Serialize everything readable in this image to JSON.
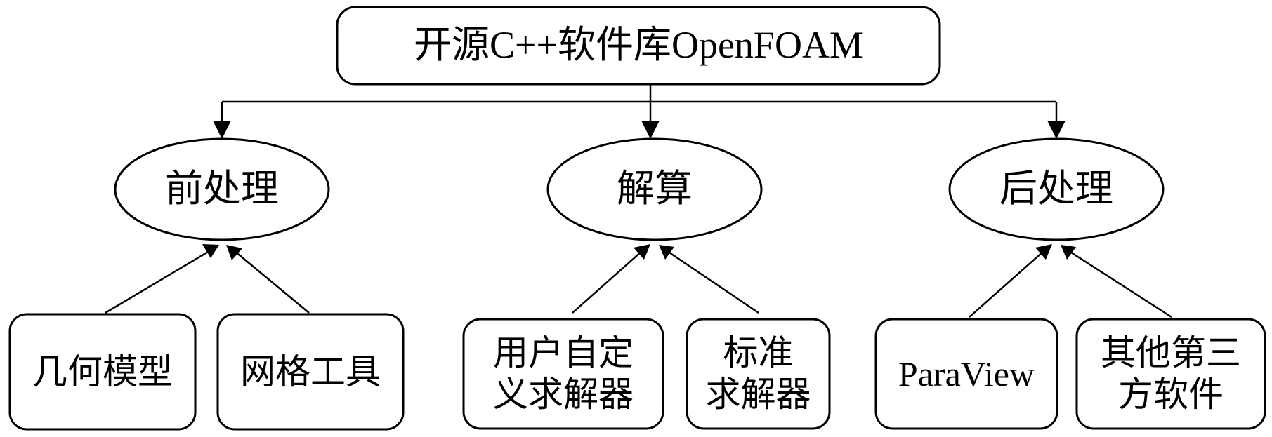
{
  "root": {
    "label": "开源C++软件库OpenFOAM"
  },
  "stages": [
    {
      "label": "前处理"
    },
    {
      "label": "解算"
    },
    {
      "label": "后处理"
    }
  ],
  "leaves": [
    {
      "lines": [
        "几何模型"
      ],
      "parent": 0
    },
    {
      "lines": [
        "网格工具"
      ],
      "parent": 0
    },
    {
      "lines": [
        "用户自定",
        "义求解器"
      ],
      "parent": 1
    },
    {
      "lines": [
        "标准",
        "求解器"
      ],
      "parent": 1
    },
    {
      "lines": [
        "ParaView"
      ],
      "parent": 2
    },
    {
      "lines": [
        "其他第三",
        "方软件"
      ],
      "parent": 2
    }
  ]
}
